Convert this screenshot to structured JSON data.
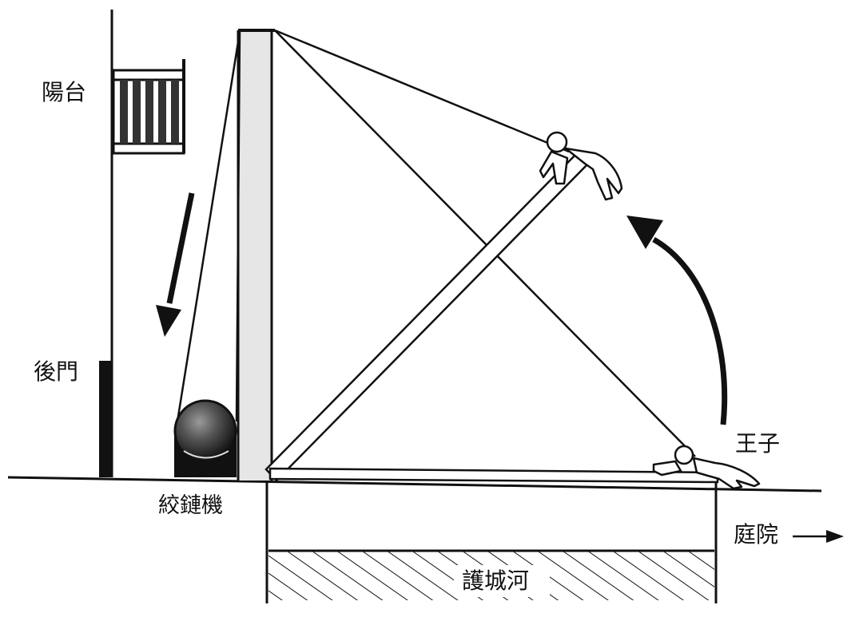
{
  "labels": {
    "balcony": "陽台",
    "back_door": "後門",
    "winch": "絞鏈機",
    "prince": "王子",
    "courtyard": "庭院",
    "moat": "護城河"
  },
  "colors": {
    "ink": "#111111",
    "tower_fill": "#e6e6e6",
    "background": "#ffffff"
  }
}
